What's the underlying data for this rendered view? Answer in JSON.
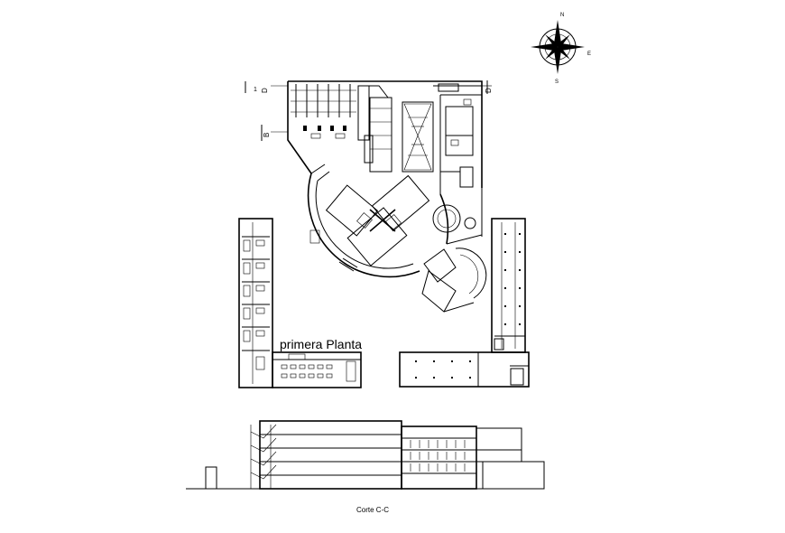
{
  "plan": {
    "title": "primera Planta",
    "section_marks": {
      "left_top": "D",
      "right_top": "D",
      "left_mid": "B"
    }
  },
  "compass": {
    "north": "N",
    "east": "E",
    "south": "S"
  },
  "section": {
    "caption": "Corte C-C"
  },
  "colors": {
    "line": "#000000",
    "background": "#ffffff"
  }
}
